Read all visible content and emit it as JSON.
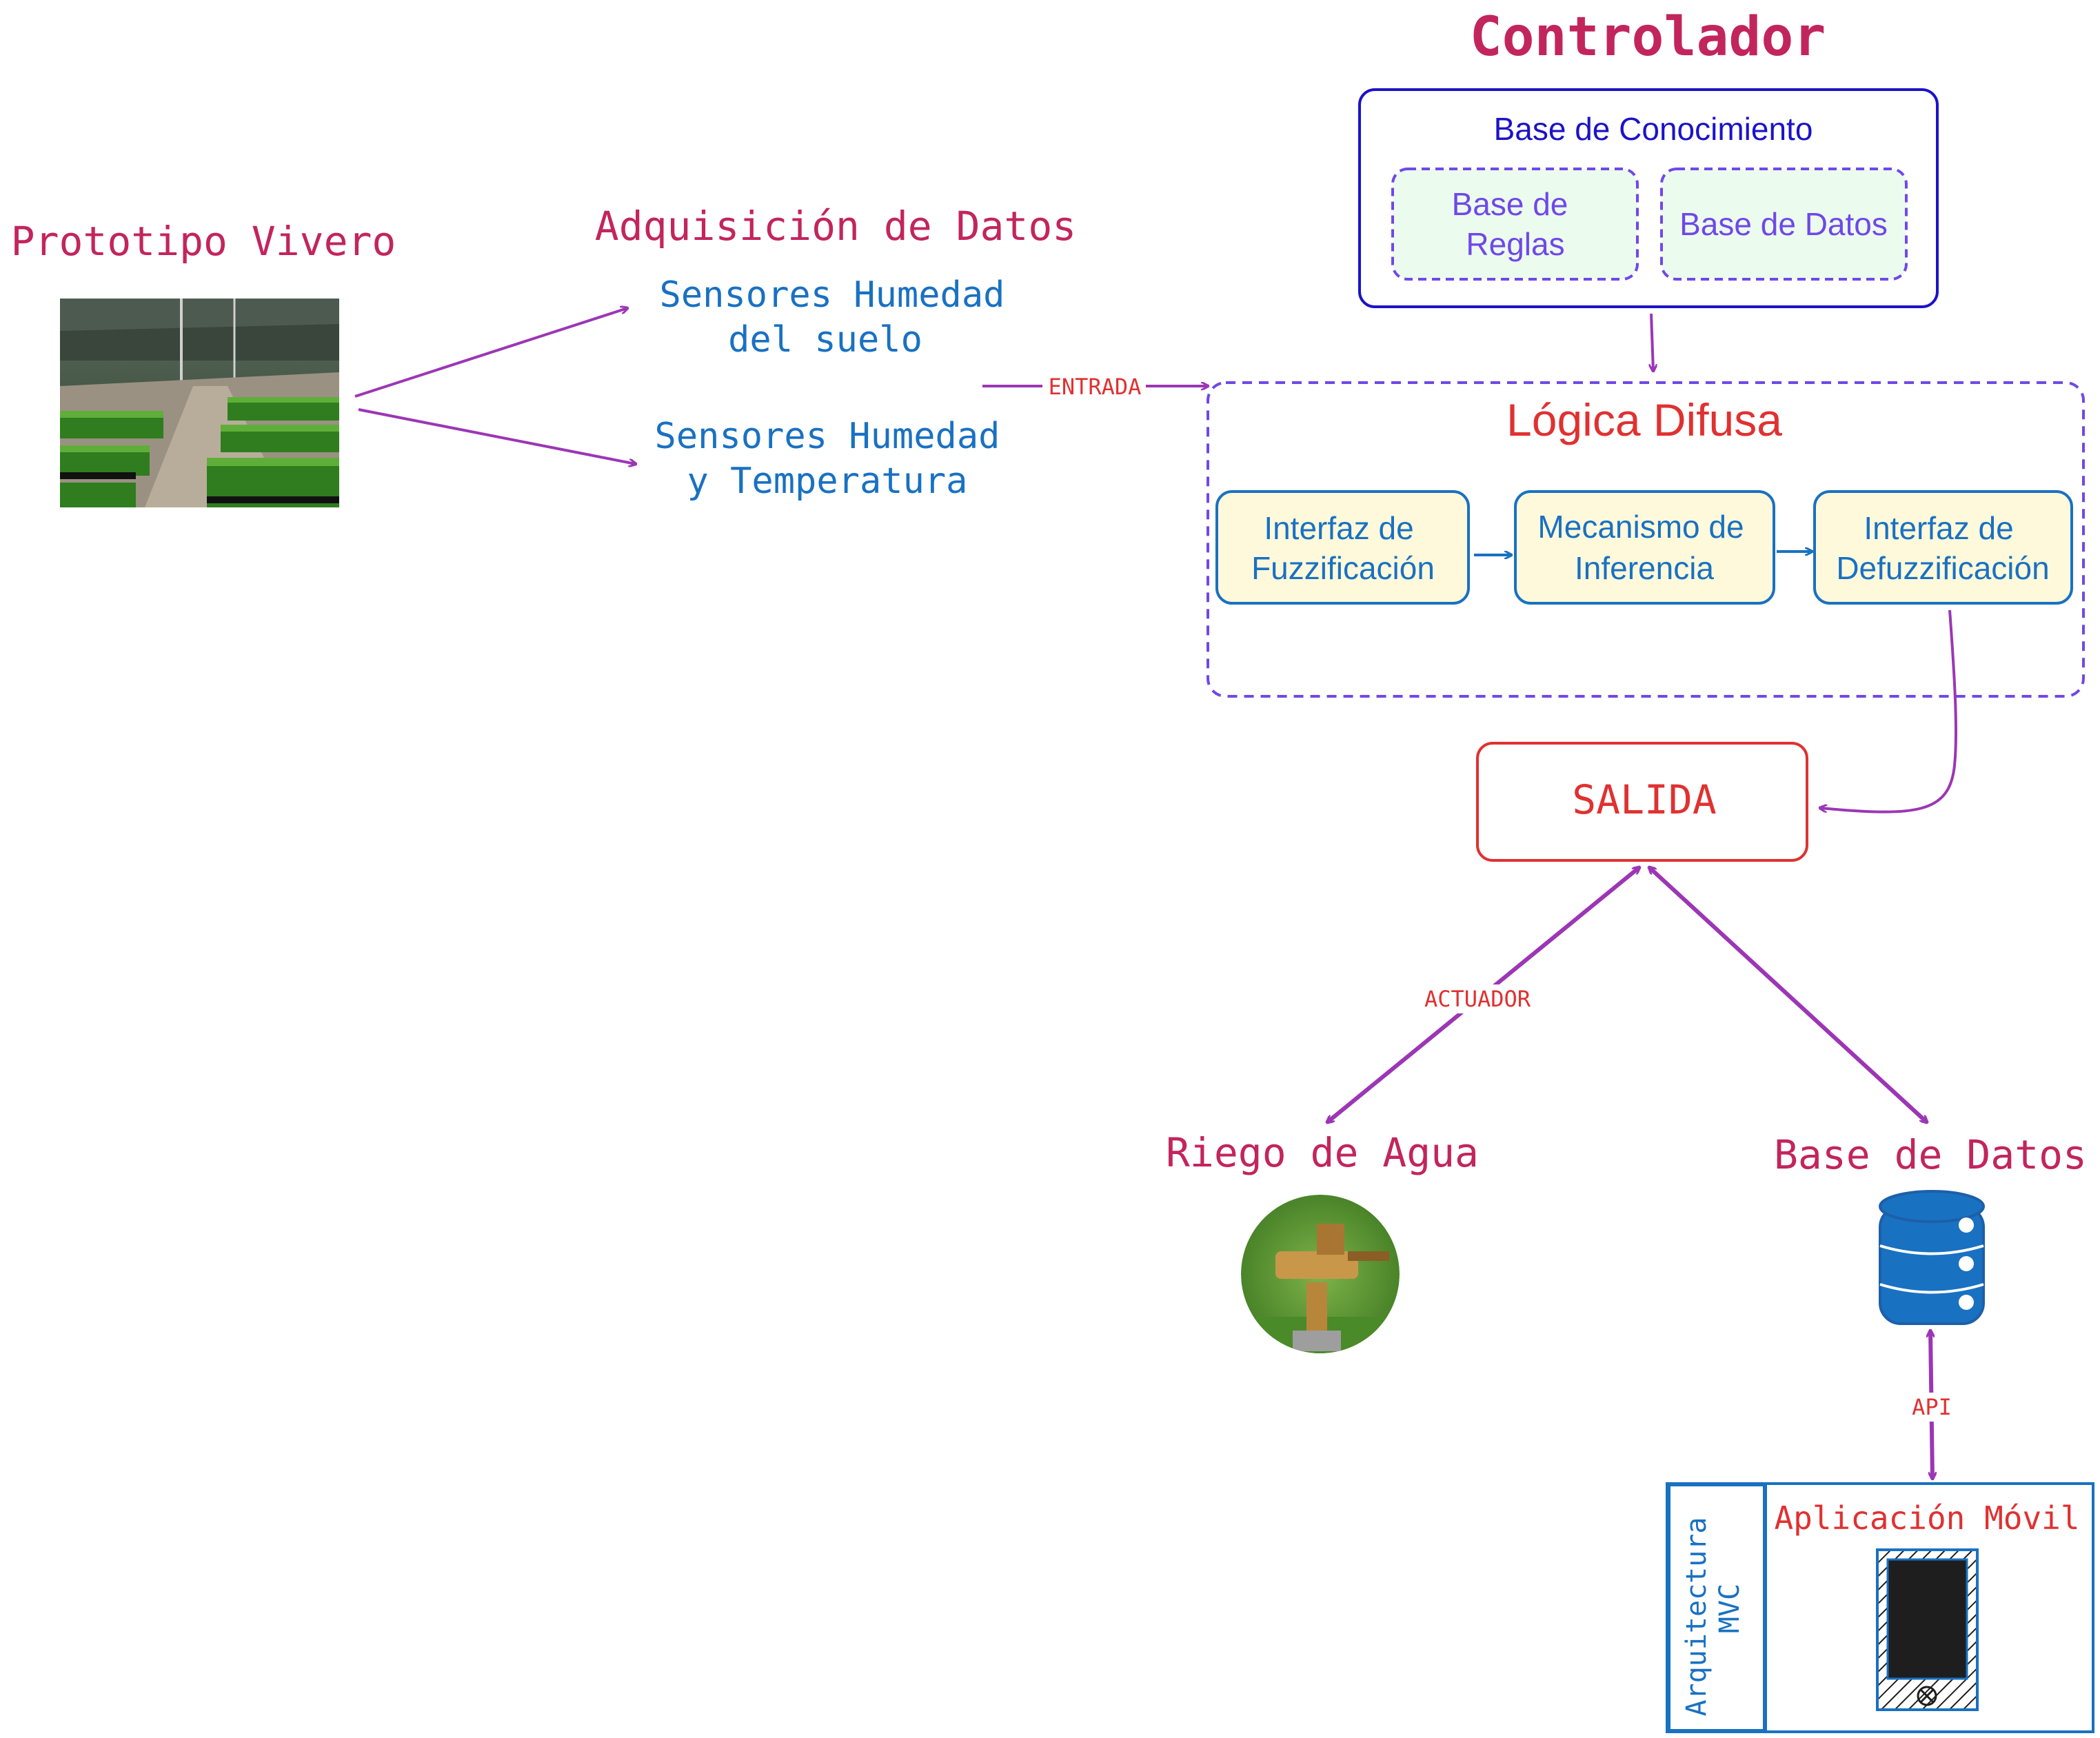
{
  "colors": {
    "crimson": "#c2255c",
    "blue": "#1971c2",
    "navy": "#1c12c8",
    "purple": "#9c36b5",
    "violet": "#7048e8",
    "red": "#e03131",
    "mint": "#ebfbee",
    "cream": "#fff9db",
    "dark": "#1e1e1e"
  },
  "prototipo": {
    "title": "Prototipo Vivero"
  },
  "adquisicion": {
    "title": "Adquisición de Datos",
    "sensor1": [
      "Sensores Humedad",
      "del suelo"
    ],
    "sensor2": [
      "Sensores Humedad",
      "y Temperatura"
    ]
  },
  "controlador": {
    "title": "Controlador",
    "base_conocimiento": "Base de Conocimiento",
    "base_reglas": [
      "Base de",
      "Reglas"
    ],
    "base_datos": "Base de Datos"
  },
  "logica": {
    "title": "Lógica Difusa",
    "fuzz": [
      "Interfaz de",
      "Fuzzificación"
    ],
    "infer": [
      "Mecanismo de",
      "Inferencia"
    ],
    "defuzz": [
      "Interfaz de",
      "Defuzzificación"
    ]
  },
  "salida": "SALIDA",
  "labels": {
    "entrada": "ENTRADA",
    "actuador": "ACTUADOR",
    "api": "API"
  },
  "riego": {
    "title": "Riego de Agua",
    "icon": "sprinkler-icon"
  },
  "bd": {
    "title": "Base de Datos",
    "icon": "database-icon"
  },
  "app": {
    "title": "Aplicación Móvil",
    "mvc": [
      "Arquitectura",
      "MVC"
    ],
    "icon": "mobile-phone-icon"
  }
}
